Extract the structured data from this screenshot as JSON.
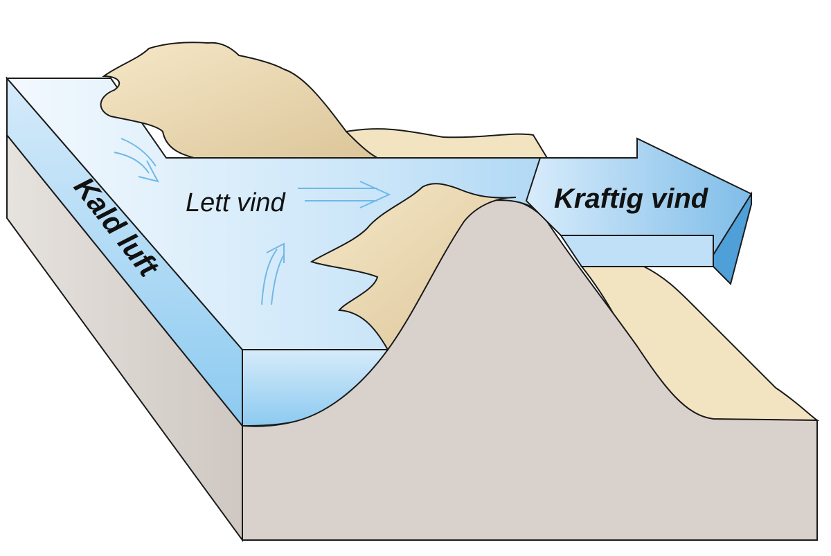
{
  "labels": {
    "cold_air": "Kald luft",
    "light_wind": "Lett vind",
    "strong_wind": "Kraftig vind"
  },
  "colors": {
    "air_blue": "#a9d6f5",
    "air_light": "#eaf5fd",
    "ground": "#d9d2cc",
    "sand": "#f0e0bc",
    "outline": "#1a1a1a"
  }
}
